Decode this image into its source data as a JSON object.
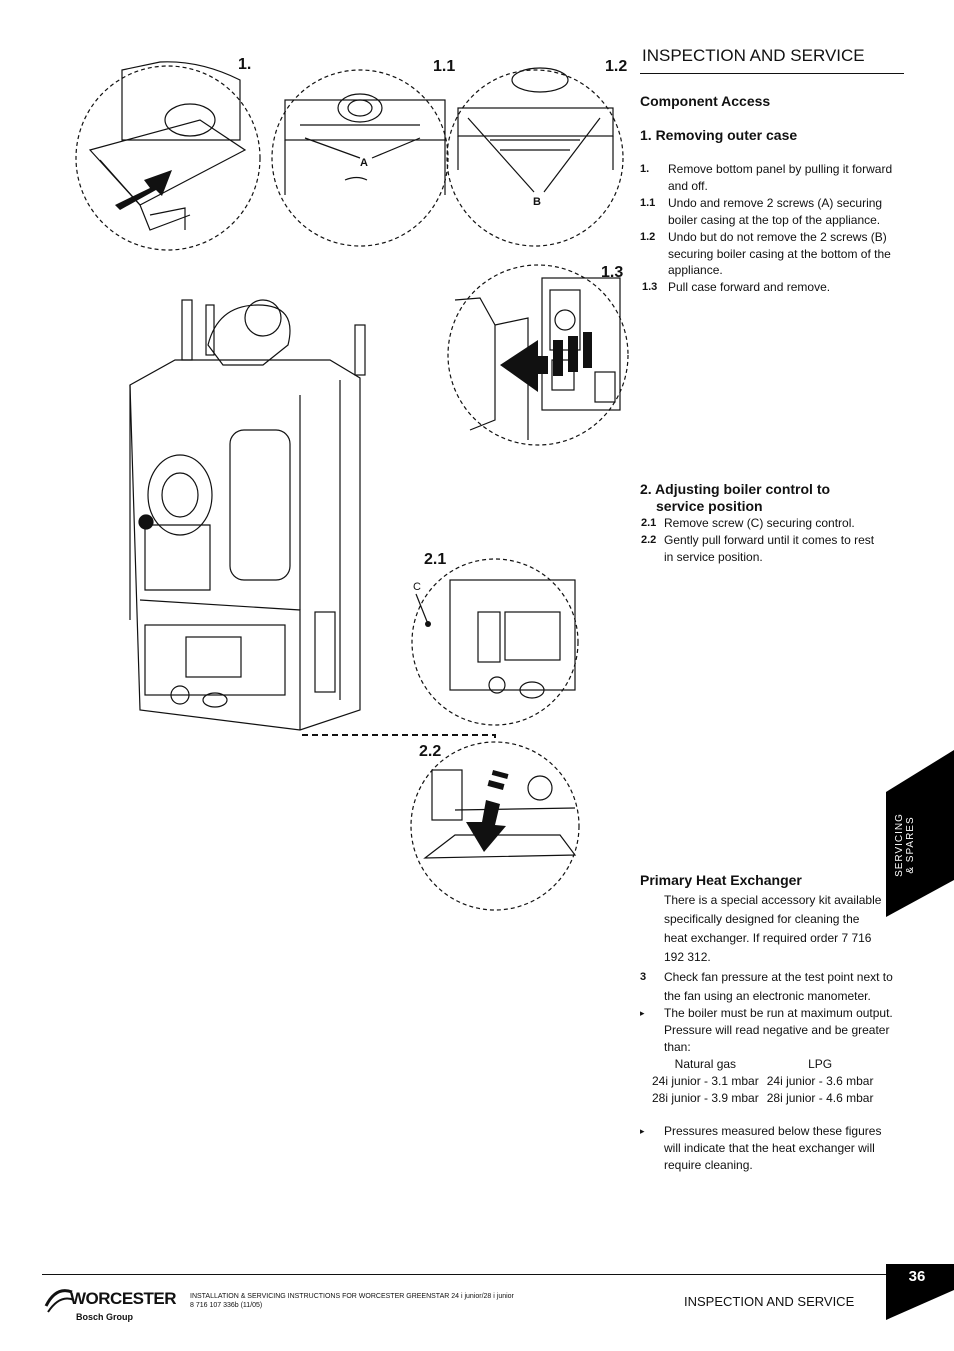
{
  "header": {
    "title": "INSPECTION AND SERVICE"
  },
  "figure_labels": {
    "f1": "1.",
    "f11": "1.1",
    "f12": "1.2",
    "f13": "1.3",
    "f21": "2.1",
    "f22": "2.2",
    "A": "A",
    "B": "B",
    "C": "C"
  },
  "component_access": {
    "heading": "Component Access",
    "subheading": "1. Removing outer case",
    "steps": [
      {
        "num": "1.",
        "text": "Remove bottom panel by pulling it forward and off."
      },
      {
        "num": "1.1",
        "text": "Undo and remove 2 screws (A) securing boiler casing at the top of the appliance."
      },
      {
        "num": "1.2",
        "text": "Undo but do not remove the 2 screws (B) securing boiler casing at the bottom of the appliance."
      },
      {
        "num": "1.3",
        "text": "Pull case forward and remove."
      }
    ]
  },
  "adjusting": {
    "heading_line1": "2. Adjusting boiler control to",
    "heading_line2": "service position",
    "steps": [
      {
        "num": "2.1",
        "text": "Remove screw (C) securing control."
      },
      {
        "num": "2.2",
        "text": "Gently pull forward until it comes to rest in service position."
      }
    ]
  },
  "heat_exchanger": {
    "heading": "Primary Heat Exchanger",
    "intro": "There is a special accessory kit available specifically designed for cleaning the heat exchanger. If required order 7 716 192 312.",
    "step3_num": "3",
    "step3_text": "Check fan pressure at the test point next to the fan using an electronic manometer.",
    "bullet1": "The boiler must be run at maximum output. Pressure will read negative and be greater than:",
    "table": {
      "headers": [
        "Natural gas",
        "LPG"
      ],
      "rows": [
        [
          "24i junior - 3.1 mbar",
          "24i junior - 3.6 mbar"
        ],
        [
          "28i junior - 3.9 mbar",
          "28i junior - 4.6 mbar"
        ]
      ]
    },
    "bullet2": "Pressures measured below these figures will indicate that the heat exchanger will require cleaning."
  },
  "side_tab": {
    "line1": "SERVICING",
    "line2": "& SPARES"
  },
  "footer": {
    "page_number": "36",
    "title": "INSPECTION AND SERVICE",
    "doc_line1": "INSTALLATION & SERVICING INSTRUCTIONS FOR WORCESTER GREENSTAR 24 i junior/28 i junior",
    "doc_line2": "8 716 107 336b (11/05)",
    "logo_word": "WORCESTER",
    "logo_sub": "Bosch Group"
  },
  "colors": {
    "ink": "#111111",
    "tab_black": "#000000"
  },
  "icons": [
    "bullet-arrow-icon",
    "worcester-logo-icon"
  ]
}
